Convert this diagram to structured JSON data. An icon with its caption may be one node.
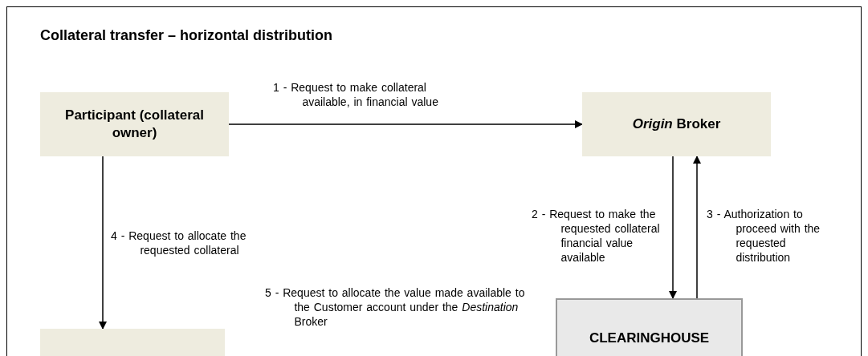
{
  "diagram": {
    "title": "Collateral transfer – horizontal distribution",
    "nodes": [
      {
        "text": [
          "Participant (collateral owner)"
        ]
      },
      {
        "text": [
          "*Origin* Broker"
        ]
      },
      {
        "text": [
          "CLEARINGHOUSE"
        ]
      },
      {
        "text": [],
        "shape": "box"
      }
    ],
    "edges": [
      {
        "from": 0,
        "to": 1,
        "arrow": "to",
        "label": "1 - Request to make collateral available, in financial value"
      },
      {
        "from": 1,
        "to": 2,
        "arrow": "to",
        "label": "2 - Request to make the requested collateral financial value available"
      },
      {
        "from": 2,
        "to": 1,
        "arrow": "to",
        "label": "3 - Authorization to proceed with the requested distribution"
      },
      {
        "from": 0,
        "to": 3,
        "arrow": "to",
        "label": "4 - Request to allocate the requested collateral"
      }
    ],
    "labels": [
      "5 - Request to allocate the value made available to the Customer account under the *Destination* Broker"
    ]
  }
}
